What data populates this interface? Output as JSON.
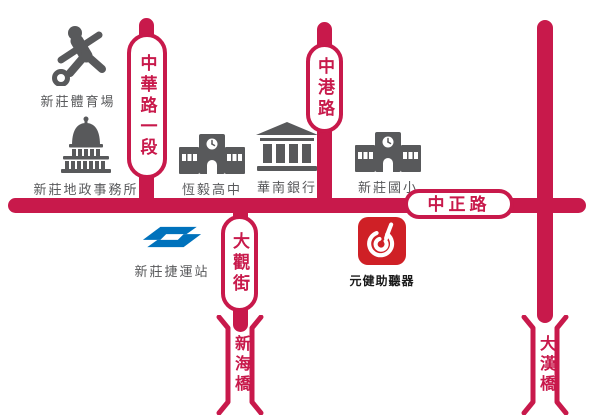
{
  "map": {
    "roads": {
      "zhonghua": {
        "label": "中華路一段"
      },
      "zhonggang": {
        "label": "中港路"
      },
      "zhongzheng": {
        "label": "中正路"
      },
      "daguan": {
        "label": "大觀街"
      }
    },
    "bridges": {
      "xinhai": {
        "label": "新海橋"
      },
      "dahan": {
        "label": "大漢橋"
      }
    },
    "landmarks": {
      "stadium": {
        "label": "新莊體育場",
        "icon": "soccer-player-icon"
      },
      "land_office": {
        "label": "新莊地政事務所",
        "icon": "capitol-building-icon"
      },
      "hengyi_high_school": {
        "label": "恆毅高中",
        "icon": "school-building-icon"
      },
      "huanan_bank": {
        "label": "華南銀行",
        "icon": "bank-building-icon"
      },
      "xinzhuang_elementary": {
        "label": "新莊國小",
        "icon": "school-building-icon"
      },
      "xinzhuang_mrt": {
        "label": "新莊捷運站",
        "icon": "taipei-metro-icon"
      },
      "hearing_aid_store": {
        "label": "元健助聽器",
        "icon": "hearing-aid-logo-icon"
      }
    },
    "colors": {
      "road_red": "#C8194B",
      "icon_gray": "#58595B",
      "metro_blue": "#0072BC",
      "logo_red": "#CF2026",
      "label_black": "#1A1A1A"
    }
  }
}
